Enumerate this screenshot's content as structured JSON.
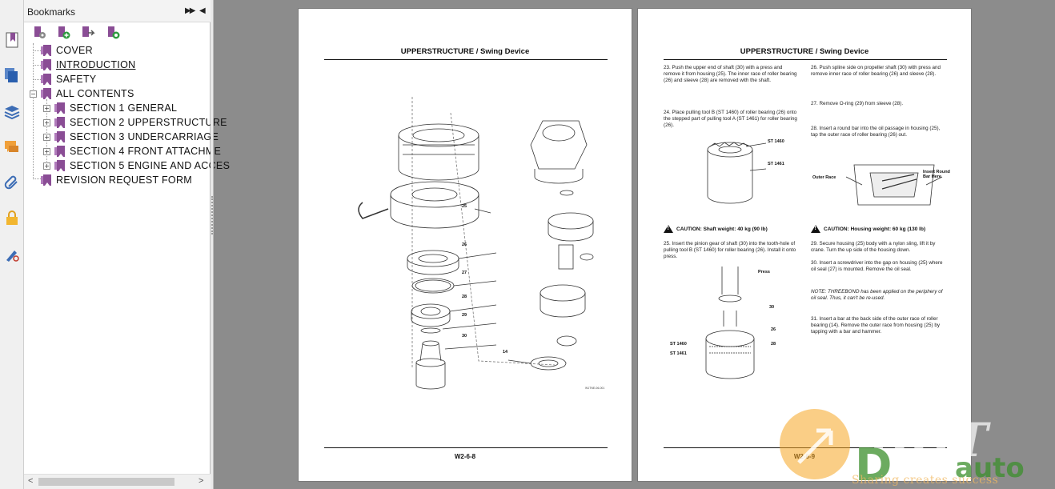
{
  "panel": {
    "title": "Bookmarks",
    "expand_label": "▶▶",
    "collapse_label": "◀"
  },
  "rail_icons": [
    "bookmark-icon",
    "pages-icon",
    "layers-icon",
    "comments-icon",
    "attachments-icon",
    "lock-icon",
    "signature-icon"
  ],
  "toolbar_icons": [
    "bookmark-options-icon",
    "new-bookmark-icon",
    "expand-bookmark-icon",
    "bookmark-find-icon"
  ],
  "bookmarks": [
    {
      "label": "COVER",
      "level": 0,
      "expandable": false
    },
    {
      "label": "INTRODUCTION",
      "level": 0,
      "expandable": false,
      "selected": true
    },
    {
      "label": "SAFETY",
      "level": 0,
      "expandable": false
    },
    {
      "label": "ALL CONTENTS",
      "level": 0,
      "expandable": true,
      "expanded": true
    },
    {
      "label": "SECTION 1 GENERAL",
      "level": 1,
      "expandable": true
    },
    {
      "label": "SECTION 2 UPPERSTRUCTURE",
      "level": 1,
      "expandable": true
    },
    {
      "label": "SECTION 3 UNDERCARRIAGE",
      "level": 1,
      "expandable": true
    },
    {
      "label": "SECTION 4 FRONT ATTACHME",
      "level": 1,
      "expandable": true
    },
    {
      "label": "SECTION 5 ENGINE AND ACCES",
      "level": 1,
      "expandable": true
    },
    {
      "label": "REVISION REQUEST FORM",
      "level": 0,
      "expandable": false
    }
  ],
  "expander": {
    "plus": "+",
    "minus": "−"
  },
  "scroll": {
    "left": "<",
    "right": ">"
  },
  "page_left": {
    "title": "UPPERSTRUCTURE / Swing Device",
    "page_number": "W2-6-8",
    "callouts": [
      "25",
      "26",
      "27",
      "28",
      "29",
      "30",
      "14"
    ],
    "figure_id": "W1TNE-06-001"
  },
  "page_right": {
    "title": "UPPERSTRUCTURE / Swing Device",
    "page_number": "W2-6-9",
    "steps": {
      "s23": "23. Push the upper end of shaft (30) with a press and remove it from housing (25). The inner race of roller bearing (26) and sleeve (28) are removed with the shaft.",
      "s24": "24. Place pulling tool B (ST 1460) of roller bearing (26) onto the stepped part of pulling tool A (ST 1461) for roller bearing (26).",
      "s25": "25. Insert the pinion gear of shaft (30) into the tooth-hole of pulling tool B (ST 1460) for roller bearing (26). Install it onto press.",
      "s26": "26. Push spline side on propeller shaft (30) with press and remove inner race of roller bearing (26) and sleeve (28).",
      "s27": "27. Remove O-ring (29) from sleeve (28).",
      "s28": "28. Insert a round bar into the oil passage in housing (25), tap the outer race of roller bearing (26) out.",
      "s29": "29. Secure housing (25) body with a nylon sling, lift it by crane. Turn the up side of the housing down.",
      "s30": "30. Insert a screwdriver into the gap on housing (25) where oil seal (27) is mounted. Remove the oil seal.",
      "note": "NOTE: THREEBOND has been applied on the periphery of oil seal. Thus, it can't be re-used.",
      "s31": "31. Insert a bar at the back side of the outer race of roller bearing (14). Remove the outer race from housing (25) by tapping with a bar and hammer."
    },
    "caution_left": "CAUTION:  Shaft weight: 40 kg (90 lb)",
    "caution_right": "CAUTION: Housing weight: 60 kg (130 lb)",
    "labels": {
      "st1460": "ST 1460",
      "st1461": "ST 1461",
      "outer_race": "Outer Race",
      "round_bar": "Insert Round Bar Here",
      "press": "Press",
      "c30": "30",
      "c26": "26",
      "c28": "28"
    }
  },
  "watermark": {
    "text": "DHT",
    "brand": "auto",
    "tagline": "Sharing creates success"
  },
  "colors": {
    "bookmark": "#8a4d95",
    "viewer_bg": "#8c8c8c",
    "watermark_green": "#3c8f2c",
    "watermark_orange": "#f5a623"
  }
}
